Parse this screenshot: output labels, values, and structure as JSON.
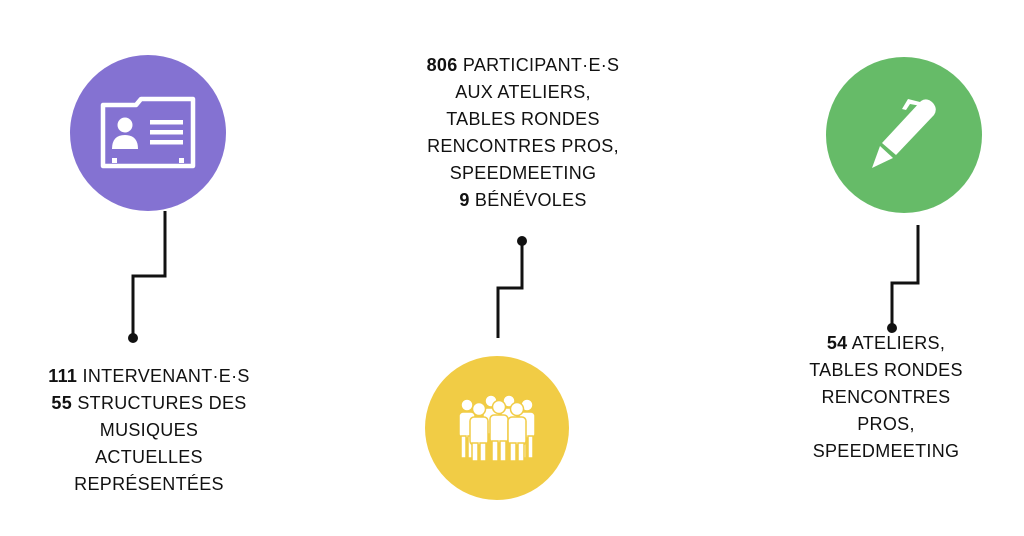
{
  "colors": {
    "purple": "#8472d2",
    "green": "#66bb68",
    "yellow": "#f1cc45",
    "line": "#111111"
  },
  "icons": {
    "left": "id-card-icon",
    "right": "pen-icon",
    "center": "group-of-people-icon"
  },
  "left_block": {
    "line1_num": "111",
    "line1_text": " INTERVENANT·E·S",
    "line2_num": "55",
    "line2_text": " STRUCTURES DES",
    "line3": "MUSIQUES",
    "line4": "ACTUELLES",
    "line5": "REPRÉSENTÉES"
  },
  "center_block": {
    "line1_num": "806",
    "line1_text": " PARTICIPANT·E·S",
    "line2": "AUX ATELIERS,",
    "line3": "TABLES RONDES",
    "line4": "RENCONTRES PROS,",
    "line5": "SPEEDMEETING",
    "line6_num": "9",
    "line6_text": " BÉNÉVOLES"
  },
  "right_block": {
    "line1_num": "54",
    "line1_text": " ATELIERS,",
    "line2": "TABLES RONDES",
    "line3": "RENCONTRES",
    "line4": "PROS,",
    "line5": "SPEEDMEETING"
  }
}
